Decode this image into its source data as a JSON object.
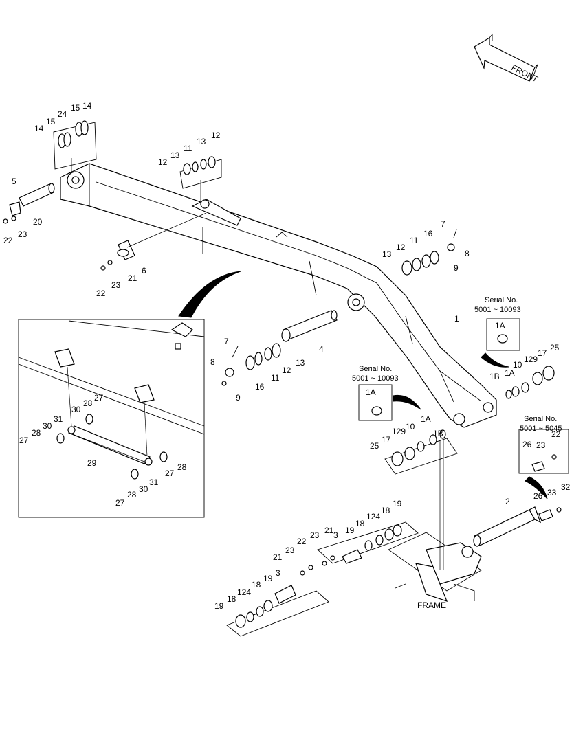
{
  "diagram": {
    "front_label": "FRONT",
    "frame_label": "FRAME",
    "serial_boxes": [
      {
        "title": "Serial No.",
        "range": "5001 ~ 10093",
        "part": "1A"
      },
      {
        "title": "Serial No.",
        "range": "5001 ~ 10093",
        "part": "1A"
      },
      {
        "title": "Serial No.",
        "range": "5001 ~ 5045",
        "parts": [
          "26",
          "23",
          "22"
        ]
      }
    ],
    "callouts": [
      "14",
      "15",
      "24",
      "15",
      "14",
      "13",
      "11",
      "13",
      "12",
      "12",
      "5",
      "20",
      "22",
      "23",
      "6",
      "21",
      "23",
      "22",
      "7",
      "8",
      "9",
      "16",
      "11",
      "12",
      "13",
      "1",
      "4",
      "7",
      "8",
      "9",
      "16",
      "11",
      "12",
      "13",
      "1B",
      "1A",
      "10",
      "129",
      "17",
      "25",
      "1B",
      "1A",
      "10",
      "129",
      "17",
      "25",
      "27",
      "28",
      "30",
      "31",
      "29",
      "27",
      "28",
      "30",
      "31",
      "27",
      "28",
      "30",
      "27",
      "28",
      "2",
      "26",
      "33",
      "32",
      "3",
      "19",
      "18",
      "124",
      "18",
      "19",
      "21",
      "22",
      "23",
      "21",
      "23",
      "3",
      "19",
      "18",
      "124",
      "18",
      "19"
    ]
  }
}
